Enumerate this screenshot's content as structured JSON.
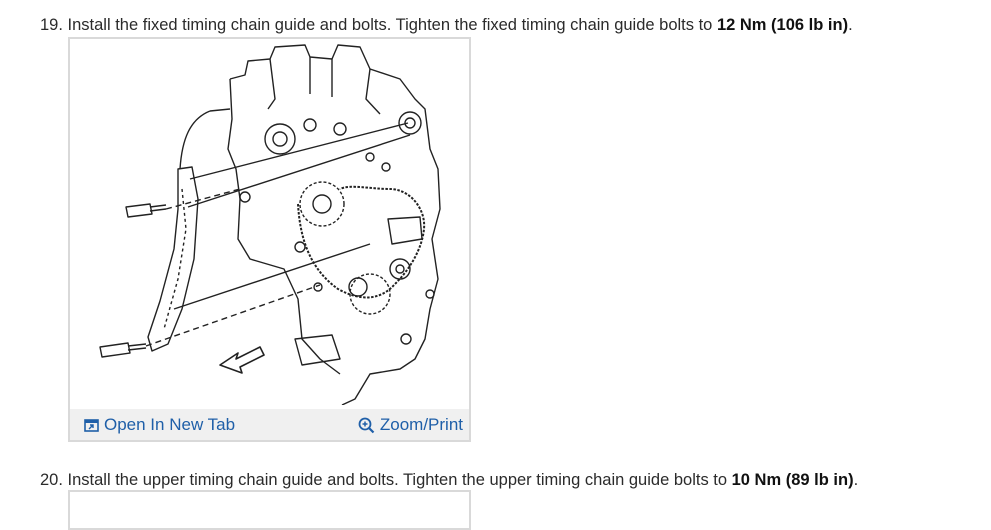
{
  "steps": [
    {
      "number": "19.",
      "text_before": "Install the fixed timing chain guide and bolts. Tighten the fixed timing chain guide bolts to ",
      "spec": "12 Nm (106 lb in)",
      "text_after": "."
    },
    {
      "number": "20.",
      "text_before": "Install the upper timing chain guide and bolts. Tighten the upper timing chain guide bolts to ",
      "spec": "10 Nm (89 lb in)",
      "text_after": "."
    }
  ],
  "figure": {
    "open_tab_label": "Open In New Tab",
    "zoom_label": "Zoom/Print",
    "open_tab_icon": "open-new-tab-icon",
    "zoom_icon": "zoom-icon",
    "link_color": "#1f5fa8"
  }
}
